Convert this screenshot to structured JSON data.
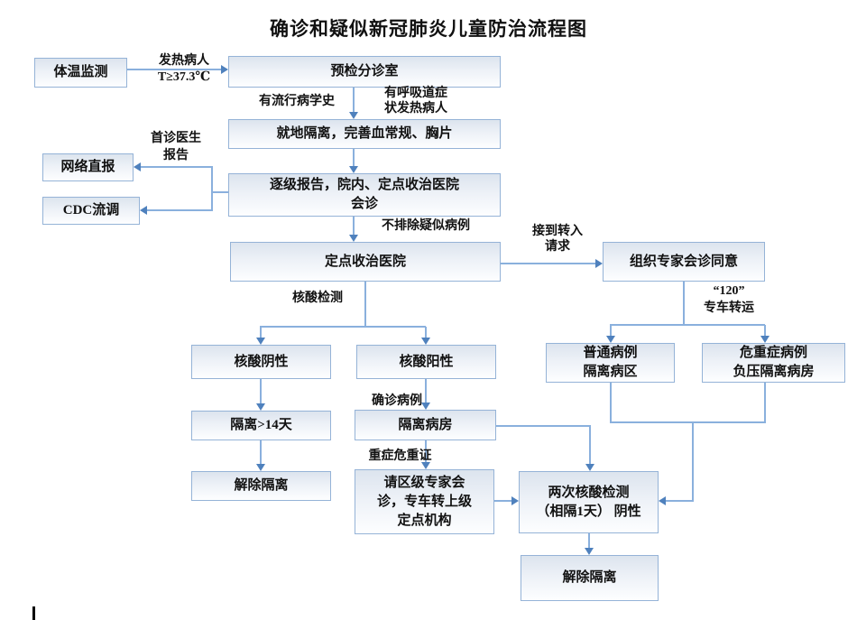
{
  "title": "确诊和疑似新冠肺炎儿童防治流程图",
  "colors": {
    "box_border": "#95b3d7",
    "box_fill_top": "#dce4ee",
    "box_fill_bottom": "#fdfeff",
    "connector_line": "#8ab0dd",
    "arrowhead": "#4f81bd",
    "text": "#111111"
  },
  "nodes": {
    "temp_monitor": "体温监测",
    "triage": "预检分诊室",
    "onsite_isolation": "就地隔离，完善血常规、胸片",
    "report": "逐级报告，院内、定点收治医院\n会诊",
    "net_report": "网络直报",
    "cdc": "CDC流调",
    "designated": "定点收治医院",
    "expert_agree": "组织专家会诊同意",
    "na_negative": "核酸阴性",
    "na_positive": "核酸阳性",
    "ordinary": "普通病例\n隔离病区",
    "critical": "危重症病例\n负压隔离病房",
    "iso_14": "隔离>14天",
    "iso_ward": "隔离病房",
    "release_left": "解除隔离",
    "district_expert": "请区级专家会\n诊，专车转上级\n定点机构",
    "two_tests": "两次核酸检测\n（相隔1天） 阴性",
    "release_bottom": "解除隔离"
  },
  "labels": {
    "fever": "发热病人\nT≥37.3℃",
    "epi_history": "有流行病学史",
    "resp_symptom": "有呼吸道症\n状发热病人",
    "first_doctor": "首诊医生\n报告",
    "not_excluded": "不排除疑似病例",
    "transfer_request": "接到转入\n请求",
    "na_test": "核酸检测",
    "car_120": "“120”\n专车转运",
    "confirmed": "确诊病例",
    "severe": "重症危重证"
  }
}
